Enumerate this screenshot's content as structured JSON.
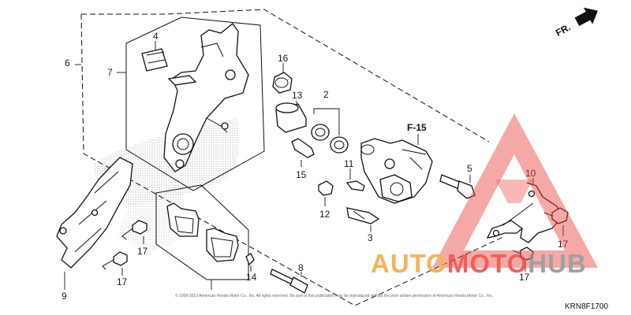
{
  "callouts": {
    "c2": "2",
    "c3": "3",
    "c4": "4",
    "c5": "5",
    "c6": "6",
    "c7": "7",
    "c8": "8",
    "c9": "9",
    "c10": "10",
    "c11": "11",
    "c12": "12",
    "c13": "13",
    "c14": "14",
    "c15": "15",
    "c16": "16",
    "c17a": "17",
    "c17b": "17",
    "c17c": "17",
    "c17d": "17"
  },
  "reference": "F-15",
  "direction": "FR.",
  "diagram_code": "KRN8F1700",
  "copyright": "© 2009-2013 American Honda Motor Co., Inc. All rights reserved. No part of this publication may be reproduced without the prior written permission of American Honda Motor Co., Inc.",
  "watermark": {
    "part1": "AUTO",
    "part2": "MOTO",
    "part3": "HUB",
    "color_orange": "#f4a23a",
    "color_red": "#e8403a",
    "color_gray": "#8c8c8c"
  }
}
